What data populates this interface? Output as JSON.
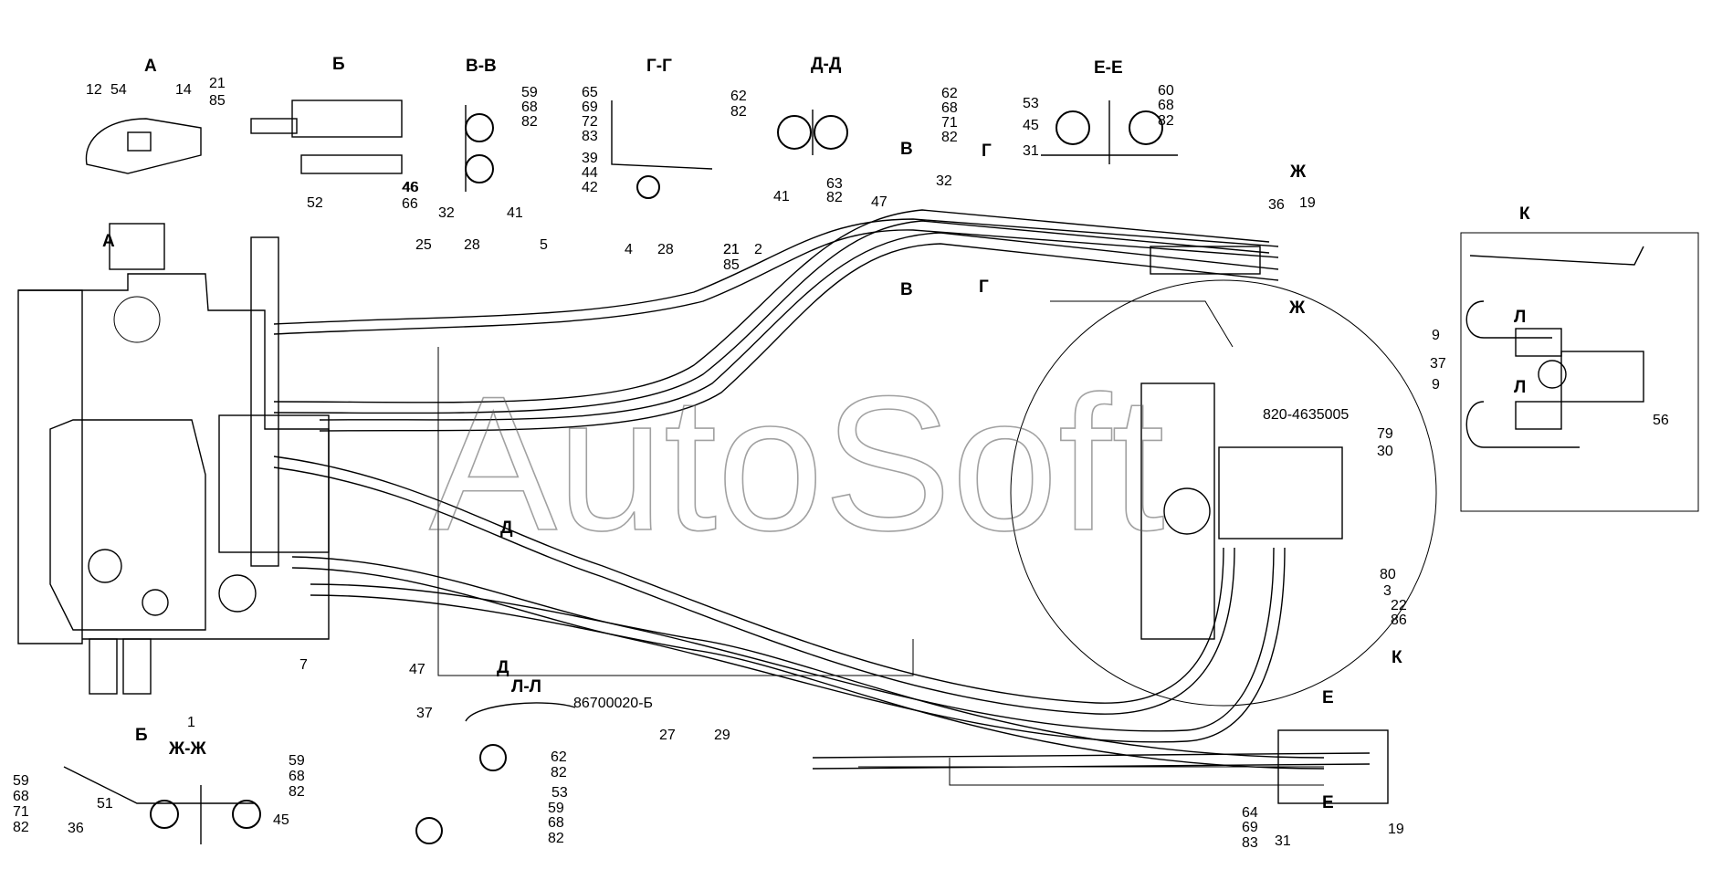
{
  "watermark": "AutoSoft",
  "document_code": "820-4635005",
  "stamp_code": "86700020-Б",
  "section_titles": [
    "А",
    "Б",
    "В-В",
    "Г-Г",
    "Д-Д",
    "Е-Е",
    "Ж-Ж",
    "Л-Л",
    "К"
  ],
  "view_markers": [
    {
      "letter": "А",
      "id": "A"
    },
    {
      "letter": "Б",
      "id": "B"
    },
    {
      "letter": "В",
      "id": "V1"
    },
    {
      "letter": "В",
      "id": "V2"
    },
    {
      "letter": "Г",
      "id": "G1"
    },
    {
      "letter": "Г",
      "id": "G2"
    },
    {
      "letter": "Д",
      "id": "D1"
    },
    {
      "letter": "Д",
      "id": "D2"
    },
    {
      "letter": "Е",
      "id": "E1"
    },
    {
      "letter": "Е",
      "id": "E2"
    },
    {
      "letter": "Ж",
      "id": "Zh1"
    },
    {
      "letter": "Ж",
      "id": "Zh2"
    },
    {
      "letter": "Л",
      "id": "L1"
    },
    {
      "letter": "Л",
      "id": "L2"
    },
    {
      "letter": "К",
      "id": "K"
    }
  ],
  "callouts": [
    "12",
    "54",
    "14",
    "46",
    "52",
    "32",
    "41",
    "65",
    "39",
    "44",
    "42",
    "41",
    "47",
    "53",
    "45",
    "31",
    "32",
    "36",
    "19",
    "25",
    "28",
    "5",
    "4",
    "28",
    "21",
    "2",
    "9",
    "37",
    "9",
    "56",
    "79",
    "30",
    "80",
    "3",
    "7",
    "47",
    "27",
    "29",
    "1",
    "37",
    "53",
    "51",
    "36",
    "45",
    "31",
    "19"
  ],
  "fraction_callouts": [
    [
      "21",
      "85"
    ],
    [
      "46",
      "66"
    ],
    [
      "59",
      "68",
      "82"
    ],
    [
      "65",
      "69",
      "72",
      "83"
    ],
    [
      "62",
      "82"
    ],
    [
      "63",
      "82"
    ],
    [
      "60",
      "68",
      "82"
    ],
    [
      "62",
      "68",
      "71",
      "82"
    ],
    [
      "21",
      "85"
    ],
    [
      "22",
      "86"
    ],
    [
      "62",
      "82"
    ],
    [
      "59",
      "68",
      "82"
    ],
    [
      "59",
      "68",
      "71",
      "82"
    ],
    [
      "59",
      "68",
      "82"
    ],
    [
      "64",
      "69",
      "83"
    ]
  ]
}
